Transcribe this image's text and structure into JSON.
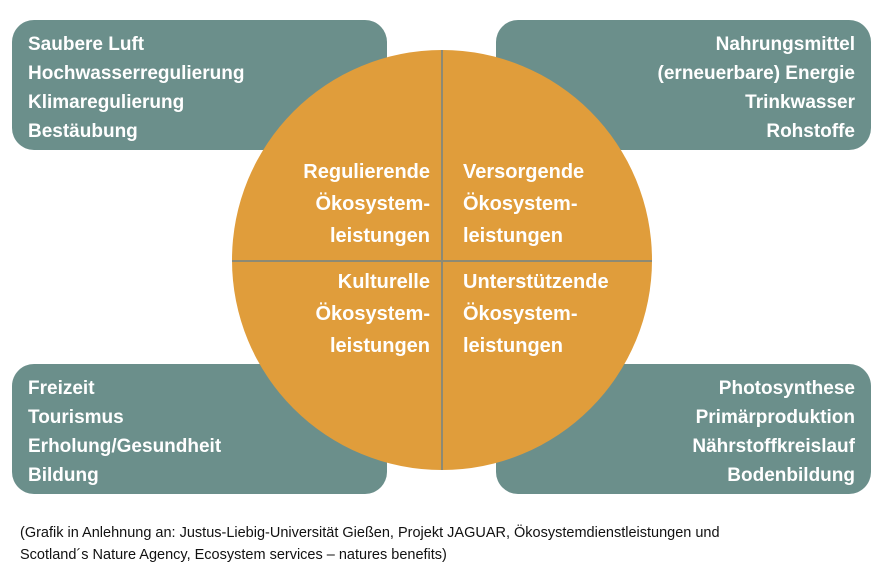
{
  "boxes": {
    "top_left": [
      "Saubere Luft",
      "Hochwasserregulierung",
      "Klimaregulierung",
      "Bestäubung"
    ],
    "top_right": [
      "Nahrungsmittel",
      "(erneuerbare) Energie",
      "Trinkwasser",
      "Rohstoffe"
    ],
    "bottom_left": [
      "Freizeit",
      "Tourismus",
      "Erholung/Gesundheit",
      "Bildung"
    ],
    "bottom_right": [
      "Photosynthese",
      "Primärproduktion",
      "Nährstoffkreislauf",
      "Bodenbildung"
    ]
  },
  "quadrants": {
    "top_left": [
      "Regulierende",
      "Ökosystem-",
      "leistungen"
    ],
    "top_right": [
      "Versorgende",
      "Ökosystem-",
      "leistungen"
    ],
    "bottom_left": [
      "Kulturelle",
      "Ökosystem-",
      "leistungen"
    ],
    "bottom_right": [
      "Unterstützende",
      "Ökosystem-",
      "leistungen"
    ]
  },
  "footer": [
    "(Grafik in Anlehnung an: Justus-Liebig-Universität Gießen, Projekt JAGUAR, Ökosystemdienstleistungen und",
    "Scotland´s Nature Agency, Ecosystem services – natures benefits)"
  ],
  "colors": {
    "box": "#6b8f8b",
    "circle": "#e09d3b",
    "divider": "#8d8a74"
  }
}
